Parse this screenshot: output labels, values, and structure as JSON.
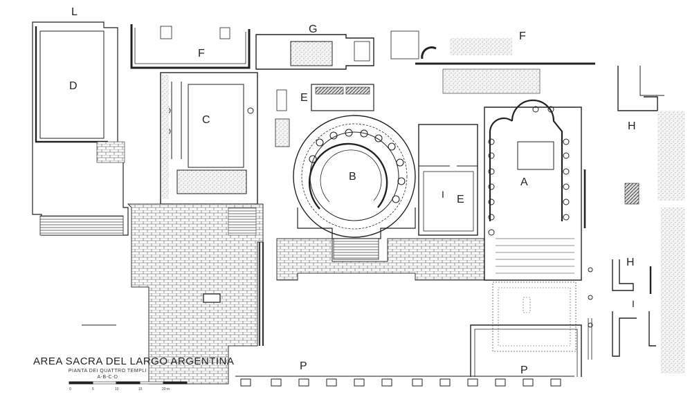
{
  "labels": {
    "L": "L",
    "G": "G",
    "F1": "F",
    "F2": "F",
    "D": "D",
    "C": "C",
    "E1": "E",
    "B": "B",
    "A": "A",
    "I1": "I",
    "E2": "E",
    "H1": "H",
    "H2": "H",
    "I2": "I",
    "P1": "P",
    "P2": "P"
  },
  "title": {
    "main": "AREA SACRA DEL LARGO ARGENTINA",
    "sub1": "PIANTA DEI QUATTRO TEMPLI",
    "sub2": "A-B-C-D"
  },
  "scale": {
    "ticks": [
      "0",
      "5",
      "10",
      "15",
      "20 m"
    ]
  }
}
